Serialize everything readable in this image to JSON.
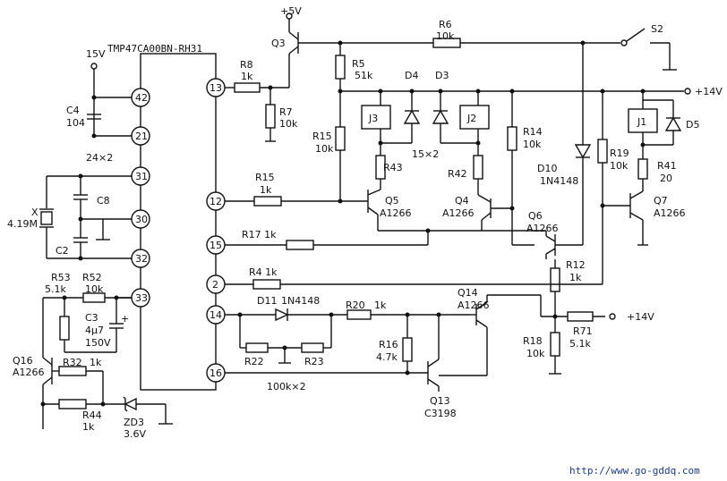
{
  "chip": {
    "title": "TMP47CA00BN-RH31",
    "left_pins": [
      "42",
      "21",
      "31",
      "30",
      "32",
      "33"
    ],
    "right_pins": [
      "13",
      "12",
      "15",
      "2",
      "14",
      "16"
    ]
  },
  "labels": {
    "v5_top": "+5V",
    "v15": "15V",
    "v14_a": "+14V",
    "v14_b": "+14V",
    "c4": "C4",
    "c4v": "104",
    "x24": "24×2",
    "c8": "C8",
    "xtal": "X",
    "xtalv": "4.19M",
    "c2": "C2",
    "r53": "R53",
    "r53v": "5.1k",
    "r52": "R52",
    "r52v": "10k",
    "c3": "C3",
    "c3v": "4μ7",
    "c3volt": "150V",
    "plus": "+",
    "q16": "Q16",
    "q16t": "A1266",
    "r32": "R32",
    "r32v": "1k",
    "r44": "R44",
    "r44v": "1k",
    "zd3": "ZD3",
    "zd3v": "3.6V",
    "q3": "Q3",
    "r8": "R8",
    "r8v": "1k",
    "r7": "R7",
    "r7v": "10k",
    "r6": "R6",
    "r6v": "10k",
    "s2": "S2",
    "r5": "R5",
    "r5v": "51k",
    "d4": "D4",
    "d3": "D3",
    "j3": "J3",
    "j2": "J2",
    "j1": "J1",
    "d5": "D5",
    "r15a": "R15",
    "r15av": "10k",
    "r15b": "R15",
    "r15bv": "1k",
    "r43": "R43",
    "x15": "15×2",
    "r42": "R42",
    "r14": "R14",
    "r14v": "10k",
    "d10": "D10",
    "d10t": "1N4148",
    "r19": "R19",
    "r19v": "10k",
    "r41": "R41",
    "r41v": "20",
    "q5": "Q5",
    "q5t": "A1266",
    "q4": "Q4",
    "q4t": "A1266",
    "q7": "Q7",
    "q7t": "A1266",
    "q6": "Q6",
    "q6t": "A1266",
    "r17": "R17 1k",
    "r12": "R12",
    "r12v": "1k",
    "r4": "R4 1k",
    "d11": "D11",
    "d11t": "1N4148",
    "r20": "R20",
    "r20v": "1k",
    "q14": "Q14",
    "q14t": "A1266",
    "r16": "R16",
    "r16v": "4.7k",
    "r18": "R18",
    "r18v": "10k",
    "r71": "R71",
    "r71v": "5.1k",
    "r22": "R22",
    "r23": "R23",
    "x100": "100k×2",
    "q13": "Q13",
    "q13t": "C3198"
  },
  "watermark": "http://www.go-gddq.com"
}
